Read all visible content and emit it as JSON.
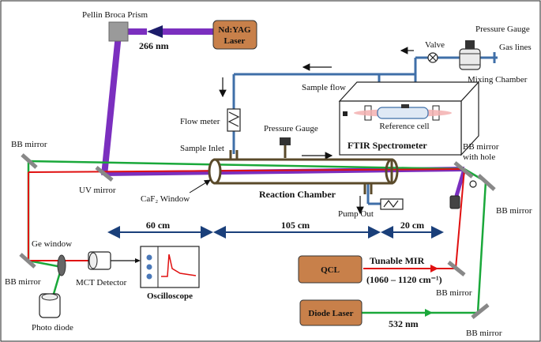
{
  "labels": {
    "pellin_broca_prism": "Pellin Broca Prism",
    "nd_yag_line1": "Nd:YAG",
    "nd_yag_line2": "Laser",
    "wavelength_266": "266 nm",
    "pressure_gauge_top": "Pressure Gauge",
    "valve": "Valve",
    "gas_lines": "Gas lines",
    "mixing_chamber": "Mixing Chamber",
    "sample_flow": "Sample flow",
    "reference_cell": "Reference cell",
    "ftir_spectrometer": "FTIR  Spectrometer",
    "flow_meter": "Flow meter",
    "pressure_gauge_mid": "Pressure Gauge",
    "sample_inlet": "Sample Inlet",
    "bb_mirror_top_left": "BB mirror",
    "bb_mirror_with_hole_l1": "BB mirror",
    "bb_mirror_with_hole_l2": "with hole",
    "uv_mirror": "UV mirror",
    "caf2_window": "CaF₂ Window",
    "reaction_chamber": "Reaction Chamber",
    "pump_out": "Pump Out",
    "bb_mirror_right": "BB mirror",
    "dist_60": "60 cm",
    "dist_105": "105 cm",
    "dist_20": "20 cm",
    "ge_window": "Ge window",
    "bb_mirror_left": "BB mirror",
    "mct_detector": "MCT  Detector",
    "oscilloscope": "Oscilloscope",
    "photo_diode": "Photo diode",
    "qcl": "QCL",
    "tunable_mir": "Tunable MIR",
    "mir_range": "(1060 – 1120 cm⁻¹)",
    "bb_mirror_qcl": "BB mirror",
    "diode_laser": "Diode Laser",
    "wavelength_532": "532 nm",
    "bb_mirror_bottom": "BB mirror"
  },
  "colors": {
    "uv_beam": "#7b2fbf",
    "ir_beam": "#e01010",
    "green_beam": "#1aa83a",
    "gas_line": "#3f6fa8",
    "chamber": "#5a4a2a",
    "laser_box": "#c8804a",
    "dimension": "#1a3f7a"
  }
}
